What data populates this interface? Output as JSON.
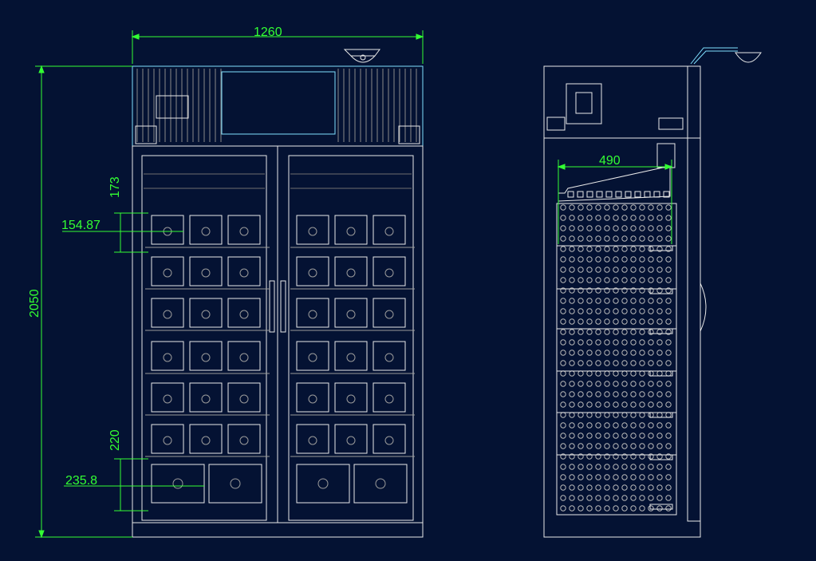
{
  "drawing": {
    "front_view": {
      "overall_width": "1260",
      "overall_height": "2050",
      "top_shelf_spacing": "173",
      "tray_width_small": "154.87",
      "bottom_shelf_spacing": "220",
      "tray_width_large": "235.8"
    },
    "side_view": {
      "shelf_depth": "490"
    }
  },
  "colors": {
    "background": "#041233",
    "outline": "#ffffff",
    "dimension": "#33ff33",
    "detail": "#c9c9c9",
    "cyan": "#7fe0ff"
  }
}
